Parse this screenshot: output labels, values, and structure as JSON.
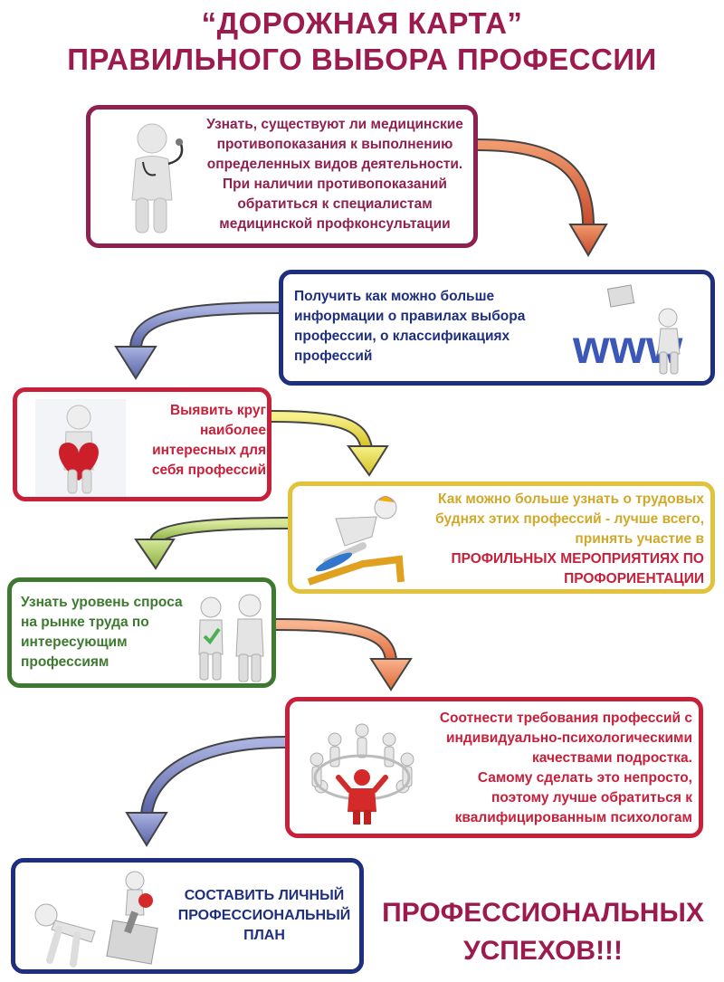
{
  "header": {
    "title_line1": "“ДОРОЖНАЯ КАРТА”",
    "title_line2": "ПРАВИЛЬНОГО ВЫБОРА ПРОФЕССИИ"
  },
  "colors": {
    "title": "#9c1a4e",
    "step1": "#8e2150",
    "step2": "#1e2f80",
    "step3": "#c8203a",
    "step4": "#e2c23a",
    "step5": "#3d7a30",
    "step6": "#c8203a",
    "step7": "#1e2f80",
    "text4": "#d1a92a",
    "text4_emph": "#c8203a"
  },
  "steps": [
    {
      "lines": [
        "Узнать, существуют ли медицинские",
        "противопоказания к выполнению",
        "определенных видов деятельности.",
        "При наличии противопоказаний",
        "обратиться к специалистам",
        "медицинской профконсультации"
      ],
      "icon": "doctor-figure-icon"
    },
    {
      "lines": [
        "Получить как можно больше",
        "информации о правилах выбора",
        "профессии, о классификациях",
        "профессий"
      ],
      "icon": "www-figure-icon"
    },
    {
      "lines": [
        "Выявить круг",
        "наиболее",
        "интересных для",
        "себя профессий"
      ],
      "icon": "heart-figure-icon"
    },
    {
      "lines": [
        "Как можно больше узнать о трудовых",
        "буднях этих профессий - лучше всего,",
        "принять участие в"
      ],
      "emph_lines": [
        "ПРОФИЛЬНЫХ МЕРОПРИЯТИЯХ ПО",
        "ПРОФОРИЕНТАЦИИ"
      ],
      "icon": "skateboard-figure-icon"
    },
    {
      "lines": [
        "Узнать уровень спроса",
        "на рынке труда по",
        "интересующим",
        "профессиям"
      ],
      "icon": "two-figures-icon"
    },
    {
      "lines": [
        "Соотнести требования  профессий с",
        "индивидуально-психологическими",
        "качествами подростка.",
        "Самому сделать это непросто,",
        "поэтому лучше обратиться к",
        "квалифицированным психологам"
      ],
      "icon": "circle-of-figures-icon"
    },
    {
      "lines": [
        "СОСТАВИТЬ ЛИЧНЫЙ",
        "ПРОФЕССИОНАЛЬНЫЙ",
        "ПЛАН"
      ],
      "icon": "switch-figures-icon"
    }
  ],
  "closing": {
    "line1": "ПРОФЕССИОНАЛЬНЫХ",
    "line2": "УСПЕХОВ!!!"
  }
}
